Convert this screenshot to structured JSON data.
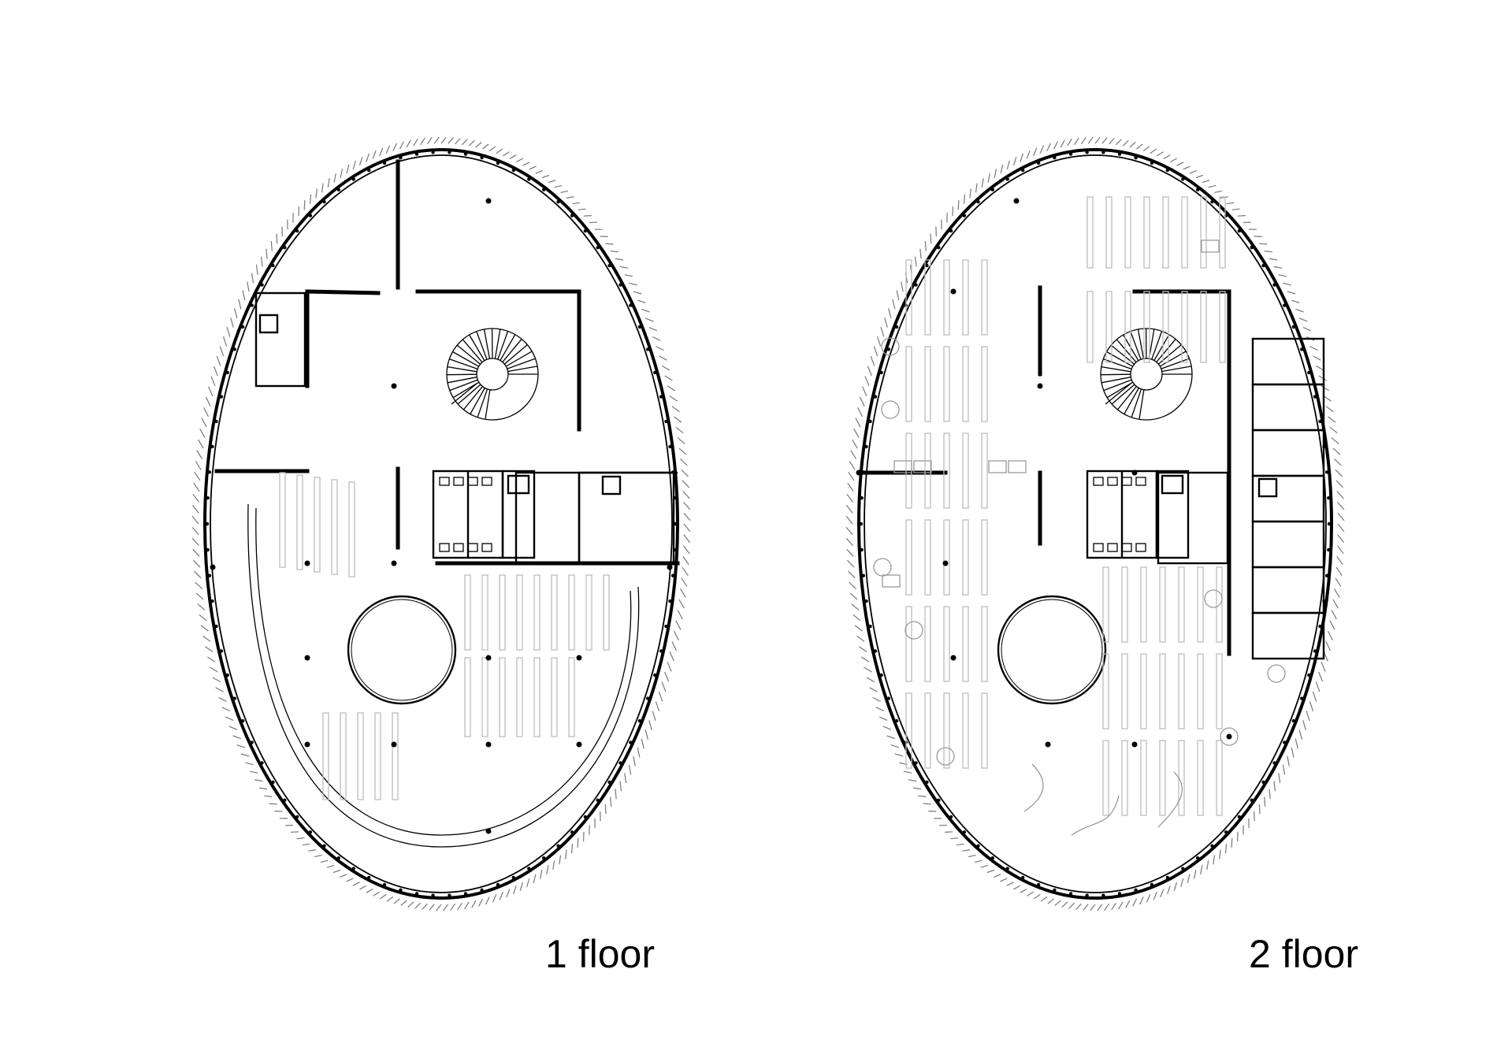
{
  "plans": [
    {
      "id": "floor-1",
      "label": "1 floor"
    },
    {
      "id": "floor-2",
      "label": "2 floor"
    }
  ]
}
